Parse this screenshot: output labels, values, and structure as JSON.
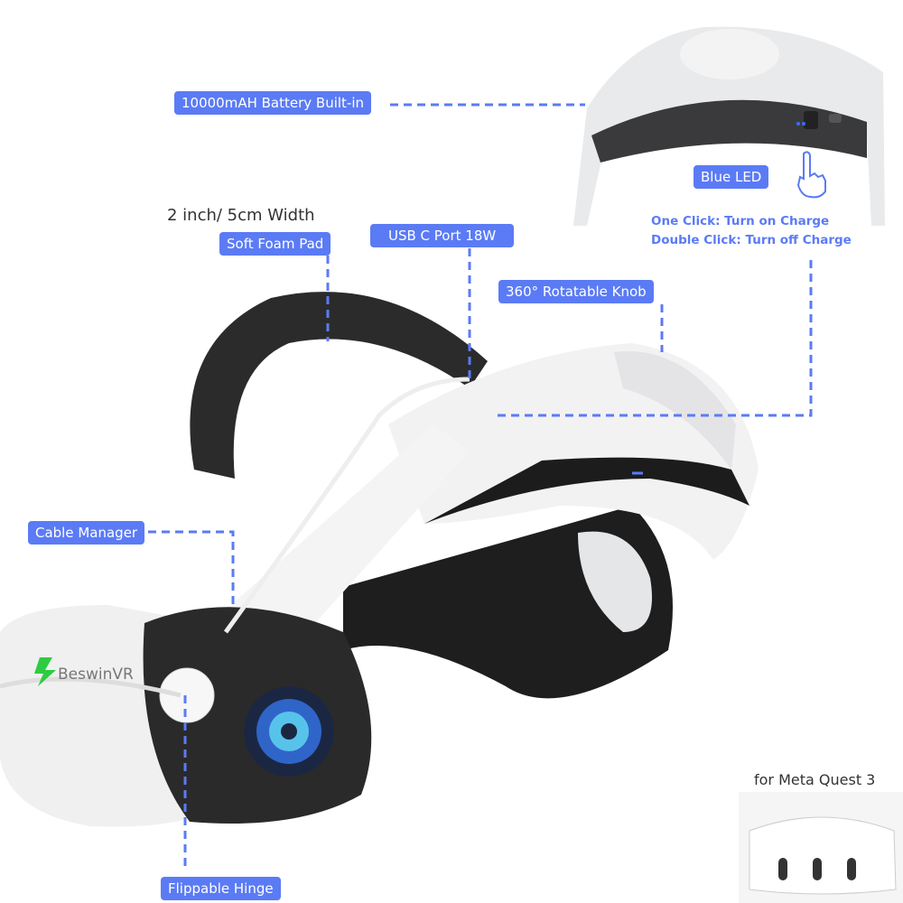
{
  "labels": {
    "battery": "10000mAH Battery Built-in",
    "blue_led": "Blue LED",
    "one_click": "One Click: Turn on Charge",
    "double_click": "Double Click: Turn off Charge",
    "width": "2 inch/ 5cm Width",
    "foam_pad": "Soft Foam Pad",
    "usb_port": "USB C Port 18W",
    "knob": "360° Rotatable Knob",
    "cable_manager": "Cable Manager",
    "hinge": "Flippable Hinge",
    "compat": "for Meta Quest 3"
  },
  "brand": "BeswinVR",
  "colors": {
    "accent": "#5b7bf5",
    "logo_green": "#2ecc40",
    "strap": "#222222"
  }
}
